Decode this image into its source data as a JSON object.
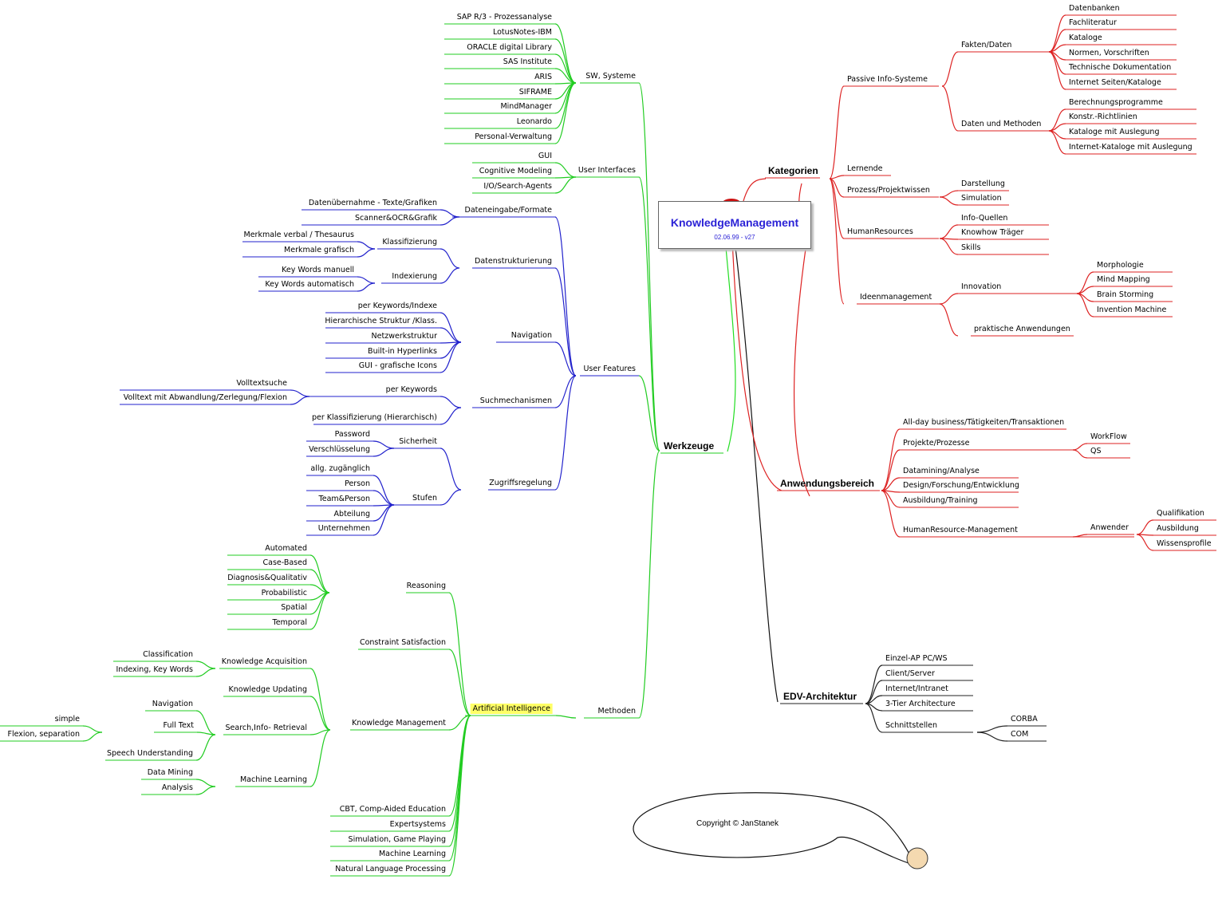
{
  "center": {
    "title": "KnowledgeManagement",
    "subtitle": "02.06.99 - v27"
  },
  "copyright": "Copyright © JanStanek",
  "colors": {
    "werkzeuge": "#22cc22",
    "features": "#2222cc",
    "kategorien": "#dd2222",
    "architektur": "#222222"
  },
  "main": {
    "werkzeuge": "Werkzeuge",
    "kategorien": "Kategorien",
    "anwendung": "Anwendungsbereich",
    "edv": "EDV-Architektur"
  },
  "werkzeuge": {
    "sw": {
      "label": "SW, Systeme",
      "items": [
        "SAP R/3 - Prozessanalyse",
        "LotusNotes-IBM",
        "ORACLE digital Library",
        "SAS Institute",
        "ARIS",
        "SIFRAME",
        "MindManager",
        "Leonardo",
        "Personal-Verwaltung"
      ]
    },
    "ui": {
      "label": "User Interfaces",
      "items": [
        "GUI",
        "Cognitive Modeling",
        "I/O/Search-Agents"
      ]
    },
    "uf": {
      "label": "User Features",
      "dateneingabe": {
        "label": "Dateneingabe/Formate",
        "items": [
          "Datenübernahme - Texte/Grafiken",
          "Scanner&OCR&Grafik"
        ]
      },
      "struktur": {
        "label": "Datenstrukturierung",
        "klass": {
          "label": "Klassifizierung",
          "items": [
            "Merkmale verbal / Thesaurus",
            "Merkmale grafisch"
          ]
        },
        "index": {
          "label": "Indexierung",
          "items": [
            "Key Words manuell",
            "Key Words automatisch"
          ]
        }
      },
      "navigation": {
        "label": "Navigation",
        "items": [
          "per Keywords/Indexe",
          "Hierarchische Struktur /Klass.",
          "Netzwerkstruktur",
          "Built-in Hyperlinks",
          "GUI - grafische Icons"
        ]
      },
      "such": {
        "label": "Suchmechanismen",
        "perkw": {
          "label": "per Keywords",
          "items": [
            "Volltextsuche",
            "Volltext mit Abwandlung/Zerlegung/Flexion"
          ]
        },
        "perklass": "per Klassifizierung (Hierarchisch)"
      },
      "zugriff": {
        "label": "Zugriffsregelung",
        "sicherheit": {
          "label": "Sicherheit",
          "items": [
            "Password",
            "Verschlüsselung"
          ]
        },
        "stufen": {
          "label": "Stufen",
          "items": [
            "allg. zugänglich",
            "Person",
            "Team&Person",
            "Abteilung",
            "Unternehmen"
          ]
        }
      }
    },
    "methoden": {
      "label": "Methoden",
      "ai": {
        "label": "Artificial Intelligence",
        "reasoning": {
          "label": "Reasoning",
          "items": [
            "Automated",
            "Case-Based",
            "Diagnosis&Qualitativ",
            "Probabilistic",
            "Spatial",
            "Temporal"
          ]
        },
        "constraint": "Constraint Satisfaction",
        "km": {
          "label": "Knowledge Management",
          "acq": {
            "label": "Knowledge Acquisition",
            "items": [
              "Classification",
              "Indexing, Key Words"
            ]
          },
          "upd": "Knowledge Updating",
          "search": {
            "label": "Search,Info- Retrieval",
            "nav": "Navigation",
            "full": {
              "label": "Full Text",
              "items": [
                "simple",
                "Flexion, separation"
              ]
            },
            "speech": "Speech Understanding"
          },
          "ml": {
            "label": "Machine Learning",
            "items": [
              "Data Mining",
              "Analysis"
            ]
          }
        },
        "others": [
          "CBT, Comp-Aided Education",
          "Expertsystems",
          "Simulation, Game Playing",
          "Machine Learning",
          "Natural Language Processing"
        ]
      }
    }
  },
  "kategorien": {
    "passive": {
      "label": "Passive Info-Systeme",
      "fakten": {
        "label": "Fakten/Daten",
        "items": [
          "Datenbanken",
          "Fachliteratur",
          "Kataloge",
          "Normen, Vorschriften",
          "Technische Dokumentation",
          "Internet Seiten/Kataloge"
        ]
      },
      "methoden": {
        "label": "Daten und Methoden",
        "items": [
          "Berechnungsprogramme",
          "Konstr.-Richtlinien",
          "Kataloge mit Auslegung",
          "Internet-Kataloge mit Auslegung"
        ]
      }
    },
    "lernende": "Lernende",
    "prozess": {
      "label": "Prozess/Projektwissen",
      "items": [
        "Darstellung",
        "Simulation"
      ]
    },
    "hr": {
      "label": "HumanResources",
      "items": [
        "Info-Quellen",
        "Knowhow Träger",
        "Skills"
      ]
    },
    "ideen": {
      "label": "Ideenmanagement",
      "innovation": {
        "label": "Innovation",
        "items": [
          "Morphologie",
          "Mind Mapping",
          "Brain Storming",
          "Invention Machine"
        ]
      },
      "praktisch": "praktische Anwendungen"
    }
  },
  "anwendung": {
    "allday": "All-day business/Tätigkeiten/Transaktionen",
    "projekte": {
      "label": "Projekte/Prozesse",
      "items": [
        "WorkFlow",
        "QS"
      ]
    },
    "items": [
      "Datamining/Analyse",
      "Design/Forschung/Entwicklung",
      "Ausbildung/Training"
    ],
    "hrm": {
      "label": "HumanResource-Management",
      "anwender": {
        "label": "Anwender",
        "items": [
          "Qualifikation",
          "Ausbildung",
          "Wissensprofile"
        ]
      }
    }
  },
  "edv": {
    "items": [
      "Einzel-AP PC/WS",
      "Client/Server",
      "Internet/Intranet",
      "3-Tier Architecture"
    ],
    "schnitt": {
      "label": "Schnittstellen",
      "items": [
        "CORBA",
        "COM"
      ]
    }
  }
}
